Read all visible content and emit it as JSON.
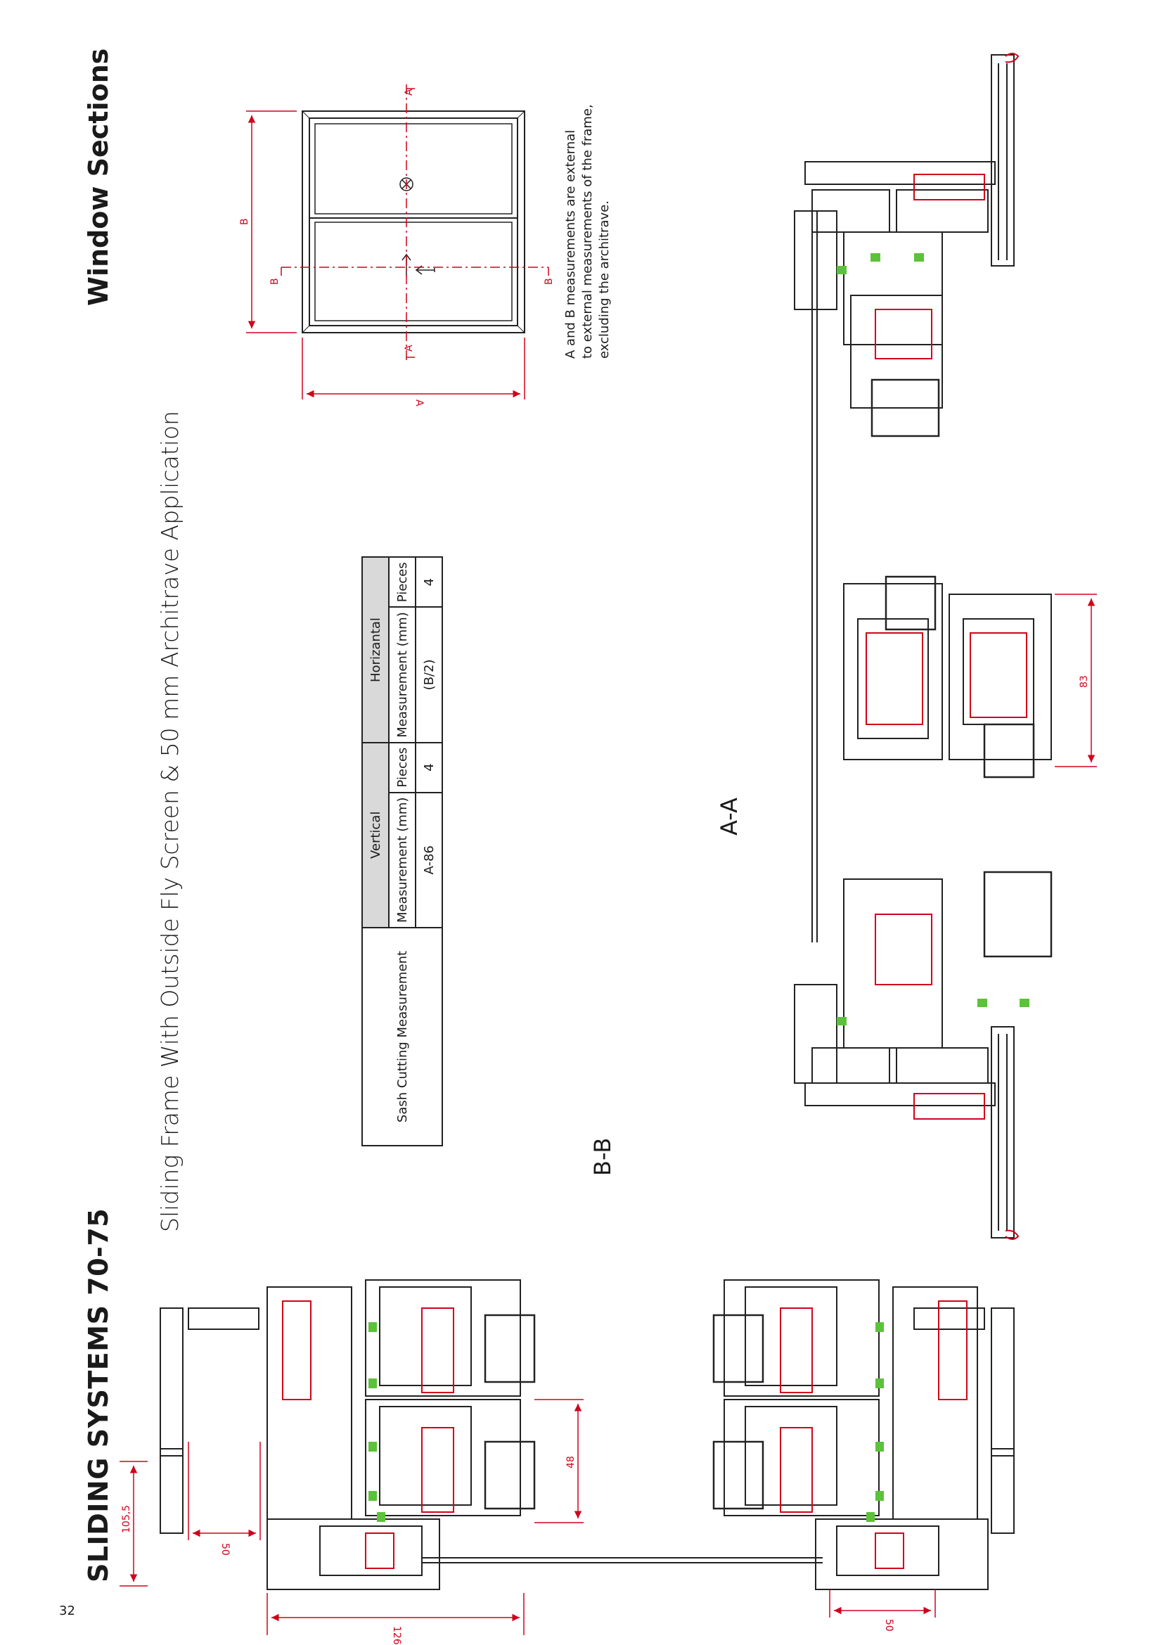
{
  "page": {
    "number": "32",
    "brand": "SLIDING SYSTEMS 70-75",
    "section_title": "Window Sections",
    "subtitle": "Sliding Frame With Outside Fly Screen & 50 mm Architrave Application"
  },
  "table": {
    "row_header": "Sash Cutting Measurement",
    "vertical": {
      "title": "Vertical",
      "measure_header": "Measurement (mm)",
      "pieces_header": "Pieces",
      "measure": "A-86",
      "pieces": "4"
    },
    "horizontal": {
      "title": "Horizantal",
      "measure_header": "Measurement (mm)",
      "pieces_header": "Pieces",
      "measure": "(B/2)",
      "pieces": "4"
    }
  },
  "note": {
    "line1": "A and B measurements  are external",
    "line2": "to external measurements of the frame,",
    "line3": "excluding the architrave."
  },
  "section_labels": {
    "aa": "A-A",
    "bb": "B-B"
  },
  "markers": {
    "a": "A",
    "b": "B"
  },
  "dimensions": {
    "d83": "83",
    "d48": "48",
    "d50": "50",
    "d105": "105,5",
    "d126": "126"
  },
  "colors": {
    "dim": "#d0021b",
    "gasket": "#5cc23a",
    "steel": "#d0021b",
    "outline": "#222222",
    "header_fill": "#d9d9d9"
  }
}
